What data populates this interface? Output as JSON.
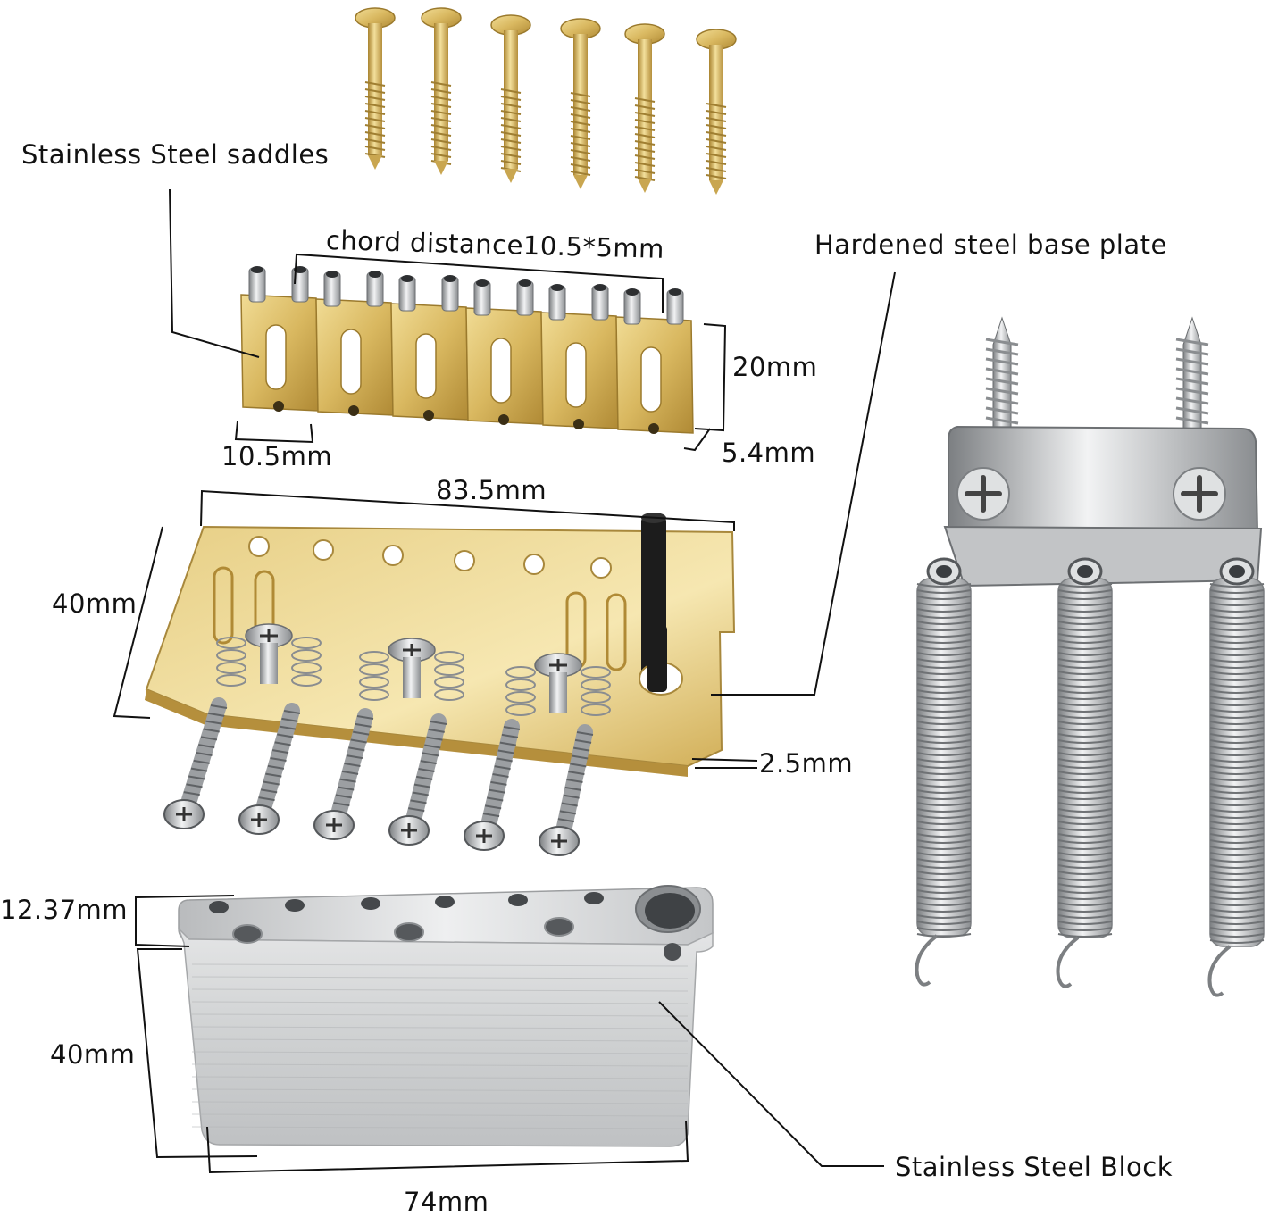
{
  "labels": {
    "saddles": "Stainless Steel saddles",
    "chord": "chord distance10.5*5mm",
    "base_plate": "Hardened steel base plate",
    "saddle_height": "20mm",
    "saddle_width": "10.5mm",
    "saddle_depth": "5.4mm",
    "plate_width": "83.5mm",
    "plate_depth": "40mm",
    "plate_thickness": "2.5mm",
    "block_top": "12.37mm",
    "block_height": "40mm",
    "block_width": "74mm",
    "block": "Stainless Steel Block"
  },
  "colors": {
    "brass": "#d9b860",
    "brass_dark": "#b08a35",
    "chrome": "#c9cbcd",
    "chrome_dark": "#8d9093",
    "line": "#111111"
  },
  "counts": {
    "gold_screws": 6,
    "saddles": 6,
    "springs": 3,
    "plate_screws": 6
  }
}
